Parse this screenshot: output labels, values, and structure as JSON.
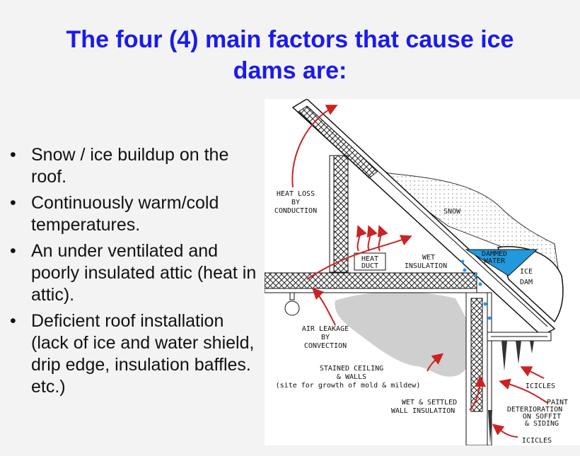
{
  "title": {
    "line1": "The four (4) main factors that cause ice",
    "line2": "dams are:"
  },
  "bullets": [
    "Snow / ice buildup on the roof.",
    "Continuously warm/cold temperatures.",
    "An under ventilated and poorly insulated attic (heat in attic).",
    "Deficient roof installation (lack of ice and water shield, drip edge, insulation baffles. etc.)"
  ],
  "bullet_marker": "•",
  "diagram": {
    "labels": {
      "heat_loss_1": "HEAT LOSS",
      "heat_loss_2": "BY",
      "heat_loss_3": "CONDUCTION",
      "snow": "SNOW",
      "heat_duct_1": "HEAT",
      "heat_duct_2": "DUCT",
      "wet_ins_1": "WET",
      "wet_ins_2": "INSULATION",
      "dammed_1": "DAMMED",
      "dammed_2": "WATER",
      "ice_dam_1": "ICE",
      "ice_dam_2": "DAM",
      "air_1": "AIR LEAKAGE",
      "air_2": "BY",
      "air_3": "CONVECTION",
      "stained_1": "STAINED CEILING",
      "stained_2": "& WALLS",
      "stained_3": "(site for growth of mold & mildew)",
      "icicles_1": "ICICLES",
      "paint_1": "PAINT",
      "paint_2": "DETERIORATION",
      "paint_3": "ON SOFFIT",
      "paint_4": "& SIDING",
      "wall_1": "WET & SETTLED",
      "wall_2": "WALL INSULATION",
      "icicles_2": "ICICLES"
    },
    "colors": {
      "arrow": "#cc2222",
      "water": "#2299dd",
      "stain": "#cccccc",
      "snow": "#e6e6e6"
    }
  }
}
